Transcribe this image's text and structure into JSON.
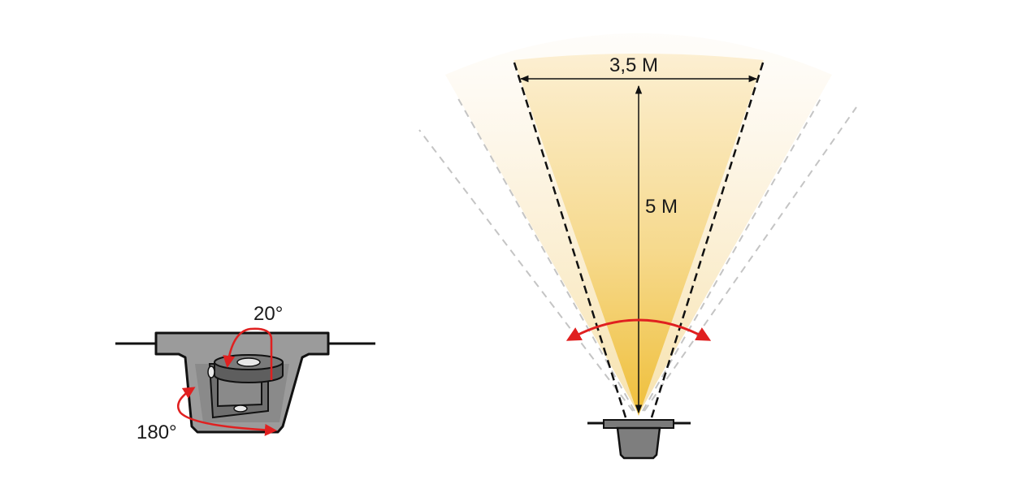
{
  "fixture_detail": {
    "tilt_label": "20°",
    "rotation_label": "180°"
  },
  "beam": {
    "width_label": "3,5 M",
    "height_label": "5 M"
  },
  "colors": {
    "beam_core": "#f0c040",
    "beam_fade": "#fdf3dc",
    "arrow_red": "#e02020",
    "housing_gray": "#9a9a9a",
    "outline": "#111111",
    "dashed_gray": "#c8c8c8"
  }
}
